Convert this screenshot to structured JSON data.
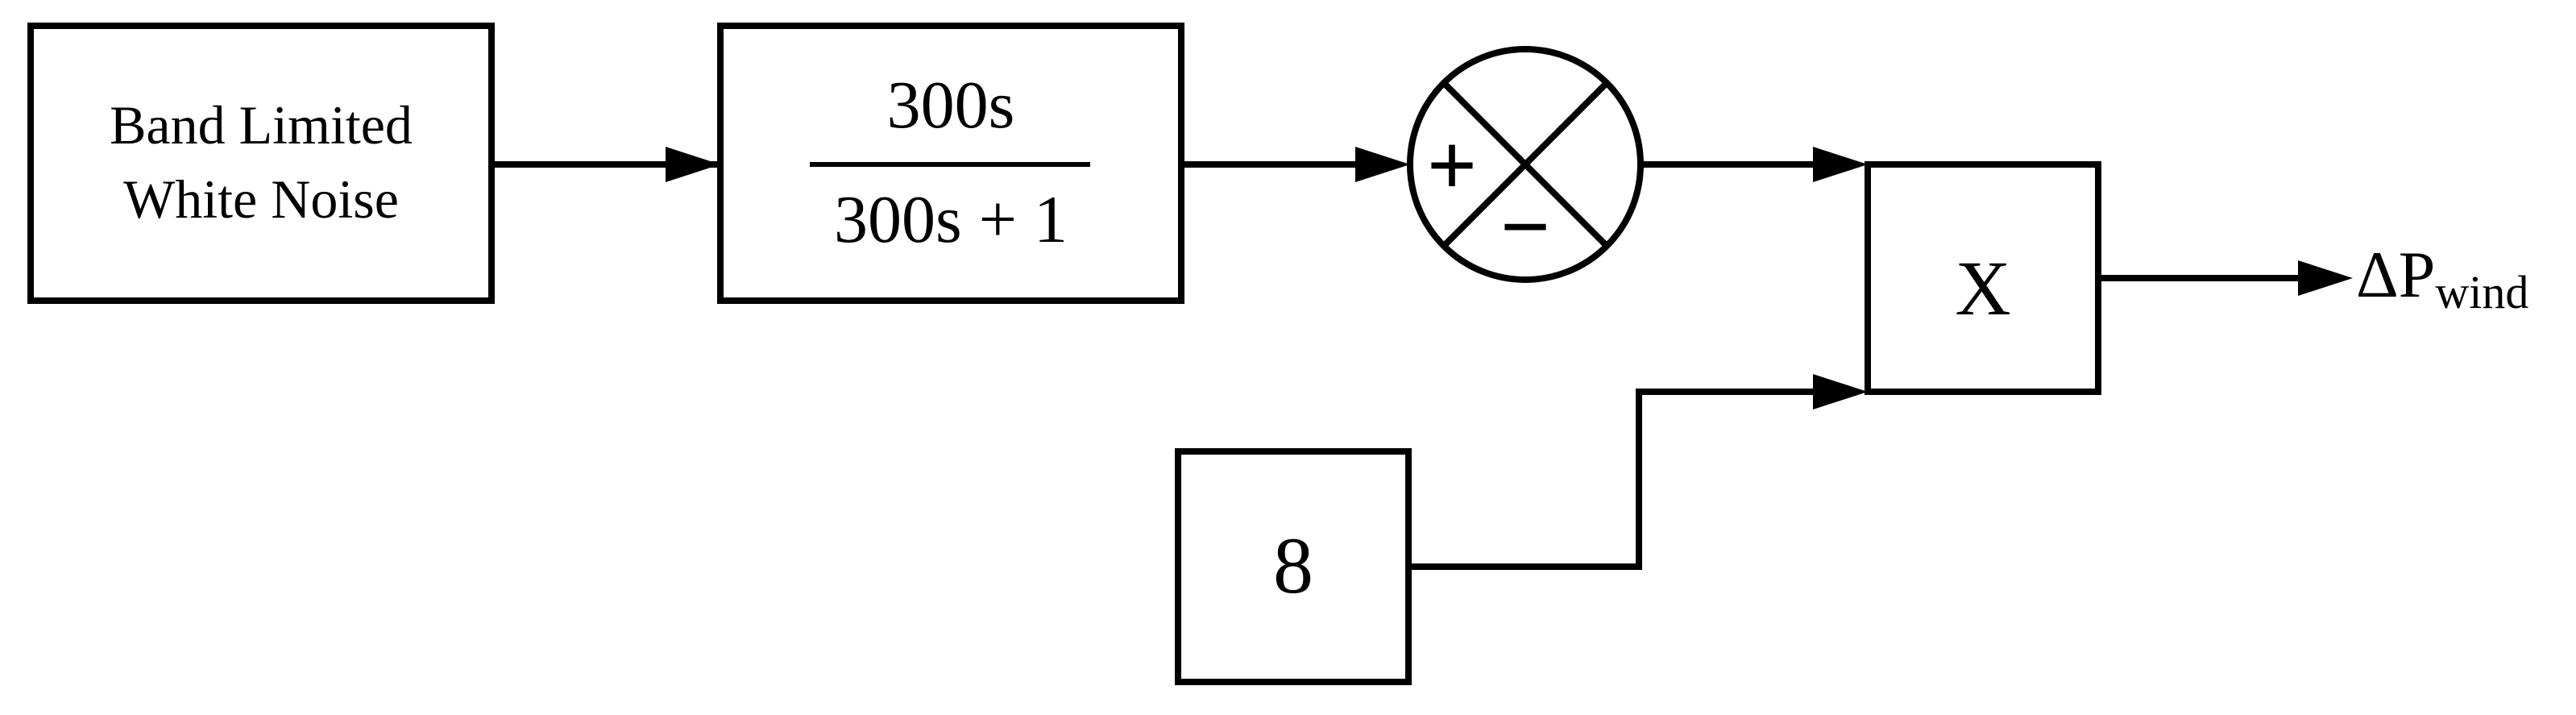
{
  "blocks": {
    "noise": {
      "line1": "Band Limited",
      "line2": "White Noise"
    },
    "transfer_function": {
      "numerator": "300s",
      "denominator": "300s + 1"
    },
    "summing_junction": {
      "plus_sign": "+",
      "minus_sign": "−"
    },
    "constant": {
      "value": "8"
    },
    "multiplier": {
      "symbol": "X"
    }
  },
  "output": {
    "label": "ΔP",
    "subscript": "wind"
  },
  "colors": {
    "stroke": "#000000",
    "background": "#ffffff"
  }
}
